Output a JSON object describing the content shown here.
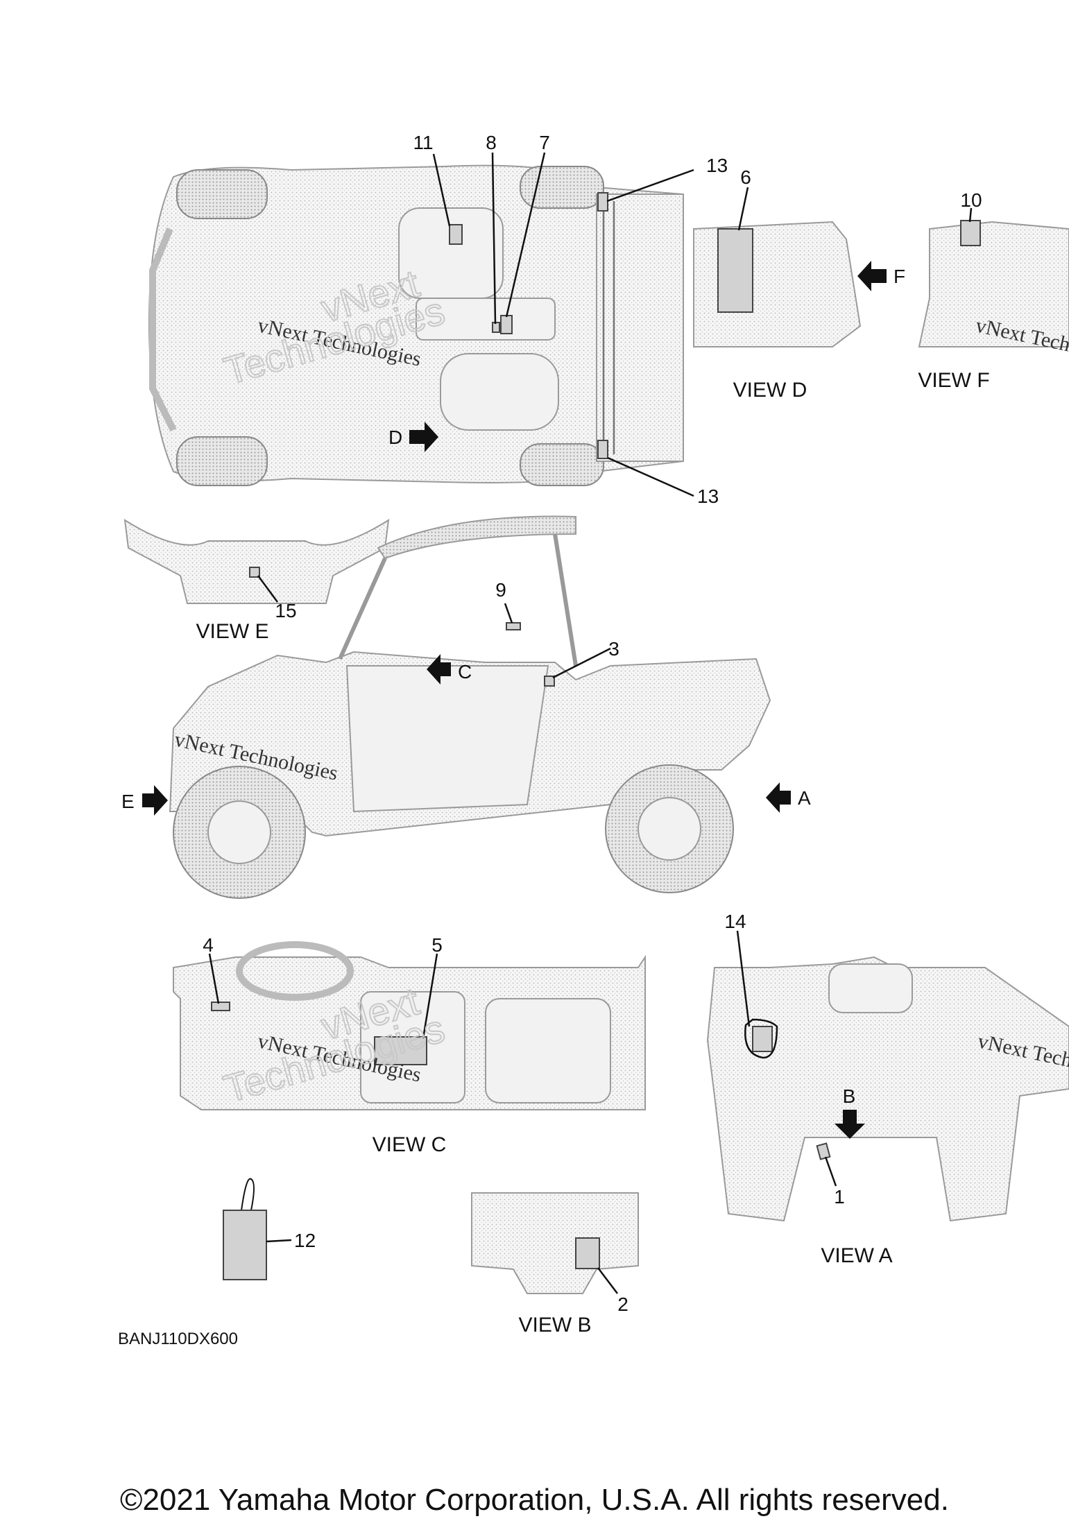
{
  "callouts": {
    "c1": "1",
    "c2": "2",
    "c3": "3",
    "c4": "4",
    "c5": "5",
    "c6": "6",
    "c7": "7",
    "c8": "8",
    "c9": "9",
    "c10": "10",
    "c11": "11",
    "c12": "12",
    "c13a": "13",
    "c13b": "13",
    "c14": "14",
    "c15": "15"
  },
  "view_arrows": {
    "a": "A",
    "b": "B",
    "c": "C",
    "d": "D",
    "e": "E",
    "f": "F"
  },
  "view_captions": {
    "view_a": "VIEW A",
    "view_b": "VIEW B",
    "view_c": "VIEW C",
    "view_d": "VIEW D",
    "view_e": "VIEW E",
    "view_f": "VIEW F"
  },
  "watermark": {
    "small": "vNext Technologies",
    "big_top": "vNext",
    "big_bottom": "Technologies"
  },
  "diagram_code": "BANJ110DX600",
  "footer": "©2021 Yamaha Motor Corporation, U.S.A. All rights reserved."
}
